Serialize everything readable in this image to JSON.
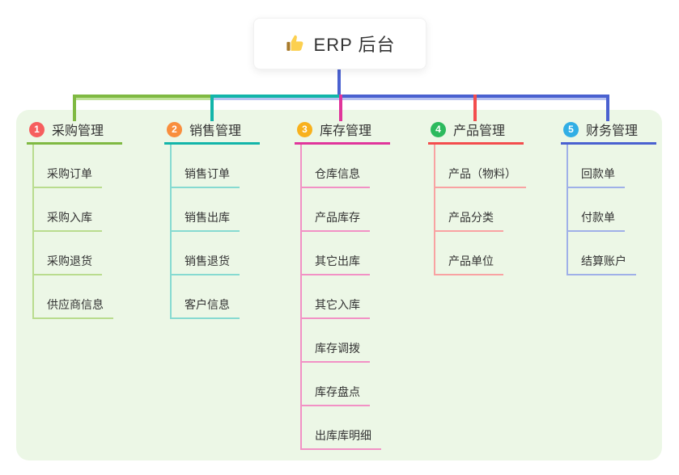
{
  "root": {
    "label": "ERP 后台",
    "icon": "thumbs-up-icon"
  },
  "canvas": {
    "background": "#ffffff",
    "panel_color": "#ecf7e6",
    "text_color": "#333333",
    "stem_color": "#4a61d0",
    "segment_light_green": "#c0e29b",
    "segment_light_blue": "#b8c2f0"
  },
  "branches": [
    {
      "number": "1",
      "title": "采购管理",
      "badge_color": "#f65e5e",
      "line_color": "#7fb942",
      "light_color": "#b9dc8e",
      "children": [
        "采购订单",
        "采购入库",
        "采购退货",
        "供应商信息"
      ]
    },
    {
      "number": "2",
      "title": "销售管理",
      "badge_color": "#f98e3d",
      "line_color": "#12b5a9",
      "light_color": "#86dad1",
      "children": [
        "销售订单",
        "销售出库",
        "销售退货",
        "客户信息"
      ]
    },
    {
      "number": "3",
      "title": "库存管理",
      "badge_color": "#f8b11c",
      "line_color": "#e0359b",
      "light_color": "#f291c5",
      "children": [
        "仓库信息",
        "产品库存",
        "其它出库",
        "其它入库",
        "库存调拨",
        "库存盘点",
        "出库库明细"
      ]
    },
    {
      "number": "4",
      "title": "产品管理",
      "badge_color": "#2cba5d",
      "line_color": "#f34d4d",
      "light_color": "#f9a2a2",
      "children": [
        "产品（物料）",
        "产品分类",
        "产品单位"
      ]
    },
    {
      "number": "5",
      "title": "财务管理",
      "badge_color": "#31aee5",
      "line_color": "#4a61d0",
      "light_color": "#9fb0e8",
      "children": [
        "回款单",
        "付款单",
        "结算账户"
      ]
    }
  ]
}
